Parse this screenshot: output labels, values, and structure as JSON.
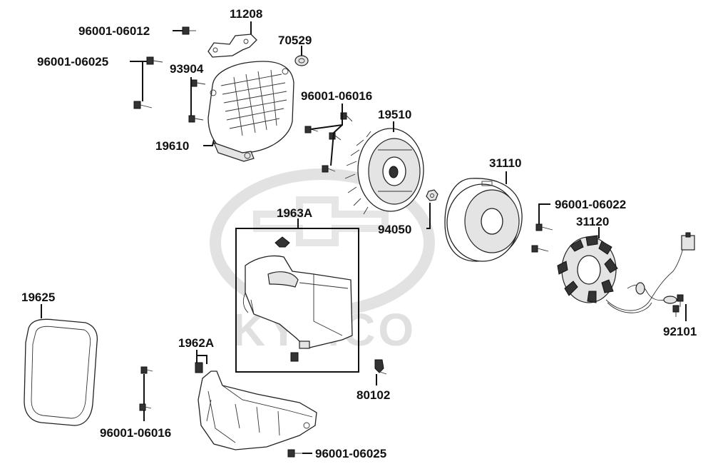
{
  "watermark": {
    "brand": "KYMCO",
    "color": "#dcdcdc"
  },
  "callouts": {
    "c11208": "11208",
    "c96001_06012": "96001-06012",
    "c70529": "70529",
    "c96001_06025_top": "96001-06025",
    "c93904": "93904",
    "c96001_06016_top": "96001-06016",
    "c19510": "19510",
    "c19610": "19610",
    "c31110": "31110",
    "c96001_06022": "96001-06022",
    "c31120": "31120",
    "c94050": "94050",
    "c1963A": "1963A",
    "c19625": "19625",
    "c1962A": "1962A",
    "c92101": "92101",
    "c80102": "80102",
    "c96001_06016_bottom": "96001-06016",
    "c96001_06025_bottom": "96001-06025"
  }
}
